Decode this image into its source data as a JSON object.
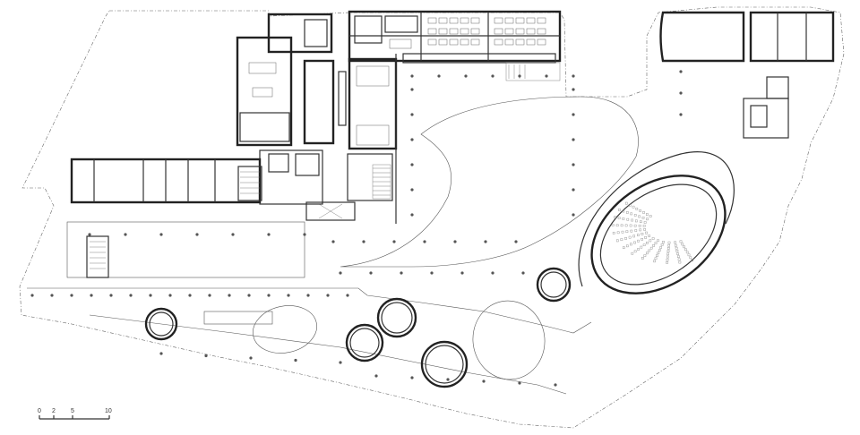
{
  "drawing": {
    "kind": "floor-plan",
    "scale_bar": {
      "ticks": [
        "0",
        "2",
        "5",
        "10"
      ]
    },
    "colors": {
      "line": "#333333",
      "background": "#ffffff"
    }
  }
}
